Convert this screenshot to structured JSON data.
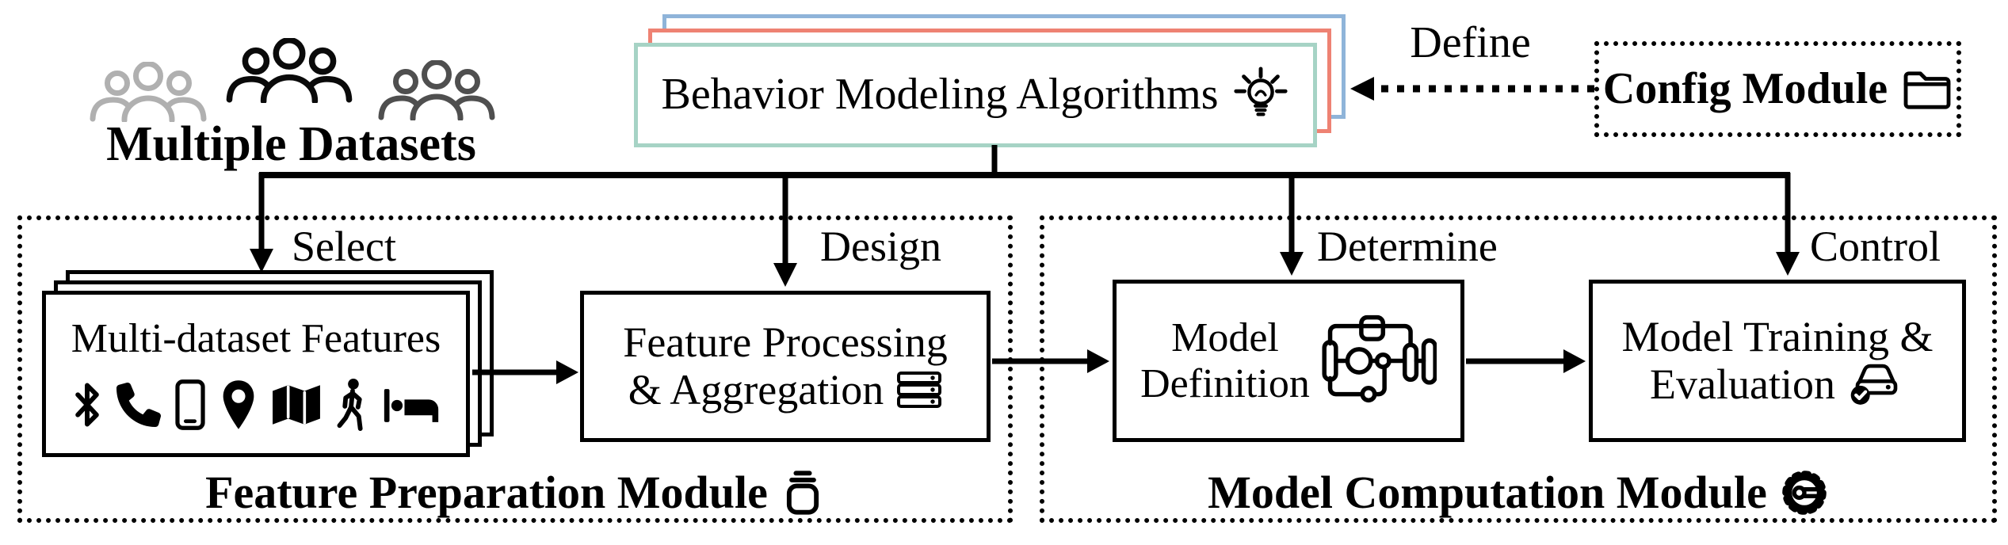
{
  "figure": {
    "datasets": {
      "label": "Multiple Datasets",
      "icons": [
        "people-group-gray-icon",
        "people-group-black-icon",
        "people-group-darkgray-icon"
      ]
    },
    "algorithms": {
      "label": "Behavior Modeling Algorithms",
      "icon": "lightbulb-icon"
    },
    "define": {
      "label": "Define"
    },
    "config": {
      "label": "Config Module",
      "icon": "folder-icon"
    },
    "edge_labels": {
      "select": "Select",
      "design": "Design",
      "determine": "Determine",
      "control": "Control"
    },
    "feature_module": {
      "title": "Feature Preparation Module",
      "title_icon": "stack-icon",
      "multi_dataset_box": {
        "label": "Multi-dataset Features",
        "icons": [
          "bluetooth-icon",
          "phone-icon",
          "smartphone-icon",
          "location-pin-icon",
          "map-icon",
          "walking-person-icon",
          "bed-icon"
        ]
      },
      "processing_box": {
        "line1": "Feature Processing",
        "line2": "& Aggregation",
        "icon": "server-icon"
      }
    },
    "model_module": {
      "title": "Model Computation Module",
      "title_icon": "gear-icon",
      "definition_box": {
        "line1": "Model",
        "line2": "Definition",
        "icon": "pipeline-icon"
      },
      "training_box": {
        "line1": "Model Training &",
        "line2": "Evaluation",
        "icon": "drive-check-icon"
      }
    },
    "colors": {
      "ink": "#000000",
      "stack_front_border": "#a6d3c5",
      "stack_mid_border": "#ee8273",
      "stack_back_border": "#8fb4d9",
      "dataset_gray": "#b0b0b0",
      "dataset_black": "#0a0a0a",
      "dataset_darkgray": "#4f4f4f"
    }
  }
}
